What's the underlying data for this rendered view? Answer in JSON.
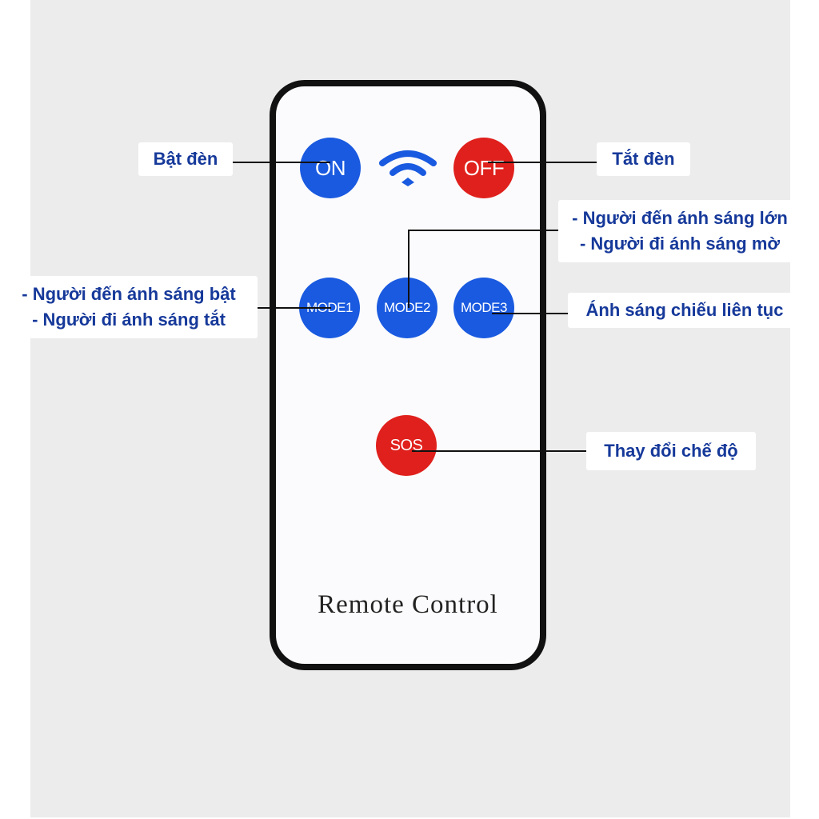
{
  "remote": {
    "title": "Remote Control",
    "buttons": {
      "on": "ON",
      "off": "OFF",
      "mode1": "MODE1",
      "mode2": "MODE2",
      "mode3": "MODE3",
      "sos": "SOS"
    }
  },
  "labels": {
    "on": "Bật đèn",
    "off": "Tắt đèn",
    "mode2": [
      "- Người đến ánh sáng lớn",
      "- Người đi ánh sáng mờ"
    ],
    "mode1": [
      "- Người đến ánh sáng bật",
      "- Người đi ánh sáng tắt"
    ],
    "mode3": "Ánh sáng chiếu liên tục",
    "sos": "Thay đổi chế độ"
  },
  "colors": {
    "blue": "#1a5ae0",
    "red": "#e0201c",
    "label_text": "#16399a"
  }
}
